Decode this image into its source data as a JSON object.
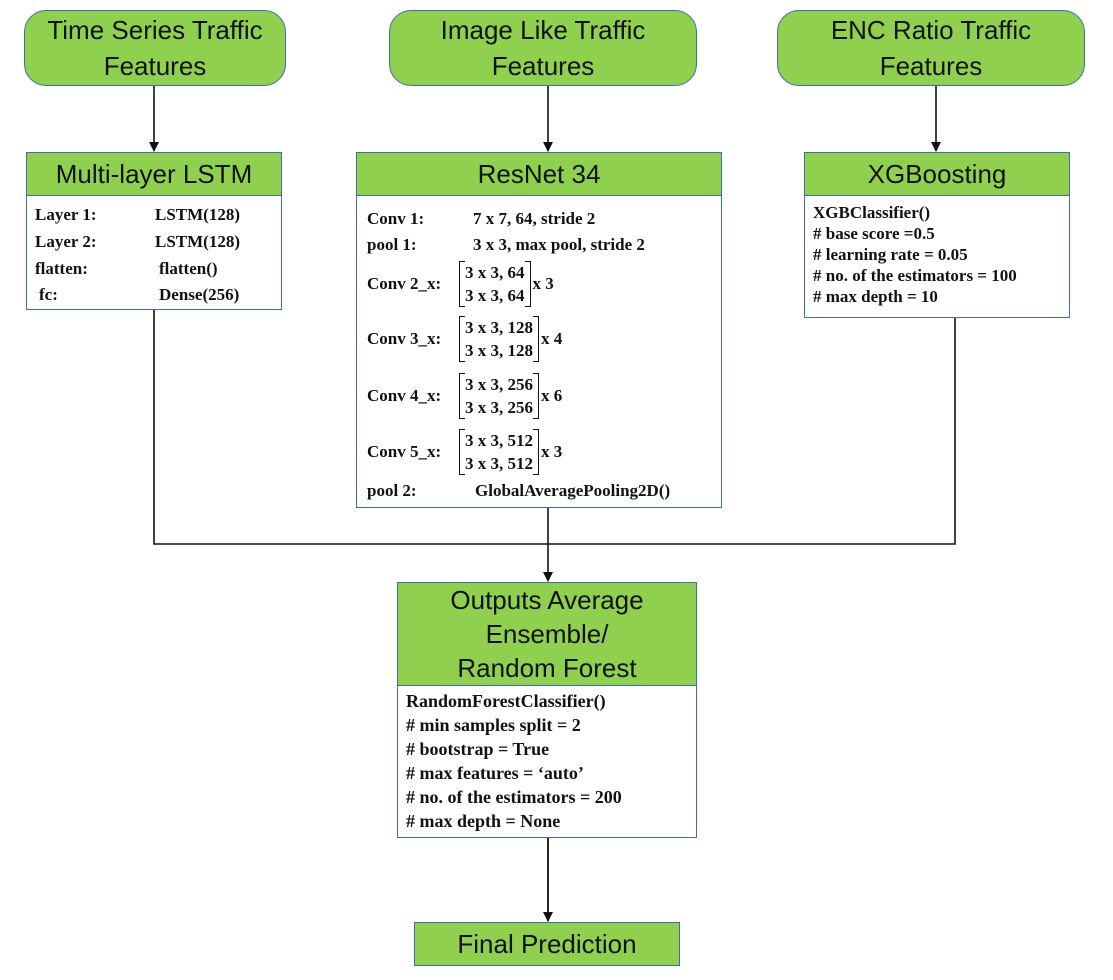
{
  "inputs": {
    "time_series": "Time Series Traffic\nFeatures",
    "image_like": "Image Like Traffic\nFeatures",
    "enc_ratio": "ENC Ratio Traffic\nFeatures"
  },
  "lstm": {
    "title": "Multi-layer LSTM",
    "rows": [
      {
        "label": "Layer 1:",
        "value": "LSTM(128)"
      },
      {
        "label": "Layer 2:",
        "value": "LSTM(128)"
      },
      {
        "label": "flatten:",
        "value": "flatten()"
      },
      {
        "label": "fc:",
        "value": "Dense(256)"
      }
    ]
  },
  "resnet": {
    "title": "ResNet 34",
    "conv1": {
      "label": "Conv 1:",
      "value": "7 x 7, 64, stride 2"
    },
    "pool1": {
      "label": "pool 1:",
      "value": "3 x 3, max pool, stride 2"
    },
    "blocks": [
      {
        "label": "Conv 2_x:",
        "top": "3 x 3, 64",
        "bottom": "3 x 3, 64",
        "repeat": "x 3"
      },
      {
        "label": "Conv 3_x:",
        "top": "3 x 3, 128",
        "bottom": "3 x 3, 128",
        "repeat": "x 4"
      },
      {
        "label": "Conv 4_x:",
        "top": "3 x 3, 256",
        "bottom": "3 x 3, 256",
        "repeat": "x 6"
      },
      {
        "label": "Conv 5_x:",
        "top": "3 x 3, 512",
        "bottom": "3 x 3, 512",
        "repeat": "x 3"
      }
    ],
    "pool2": {
      "label": "pool 2:",
      "value": "GlobalAveragePooling2D()"
    }
  },
  "xgb": {
    "title": "XGBoosting",
    "params": [
      "XGBClassifier()",
      "# base score =0.5",
      "# learning rate = 0.05",
      "# no. of the estimators = 100",
      "# max depth = 10"
    ]
  },
  "ensemble": {
    "title": "Outputs Average\nEnsemble/\nRandom Forest",
    "params": [
      "RandomForestClassifier()",
      "# min samples split = 2",
      "# bootstrap = True",
      "# max features = ‘auto’",
      "# no. of the estimators = 200",
      "# max depth = None"
    ]
  },
  "final": {
    "title": "Final Prediction"
  }
}
